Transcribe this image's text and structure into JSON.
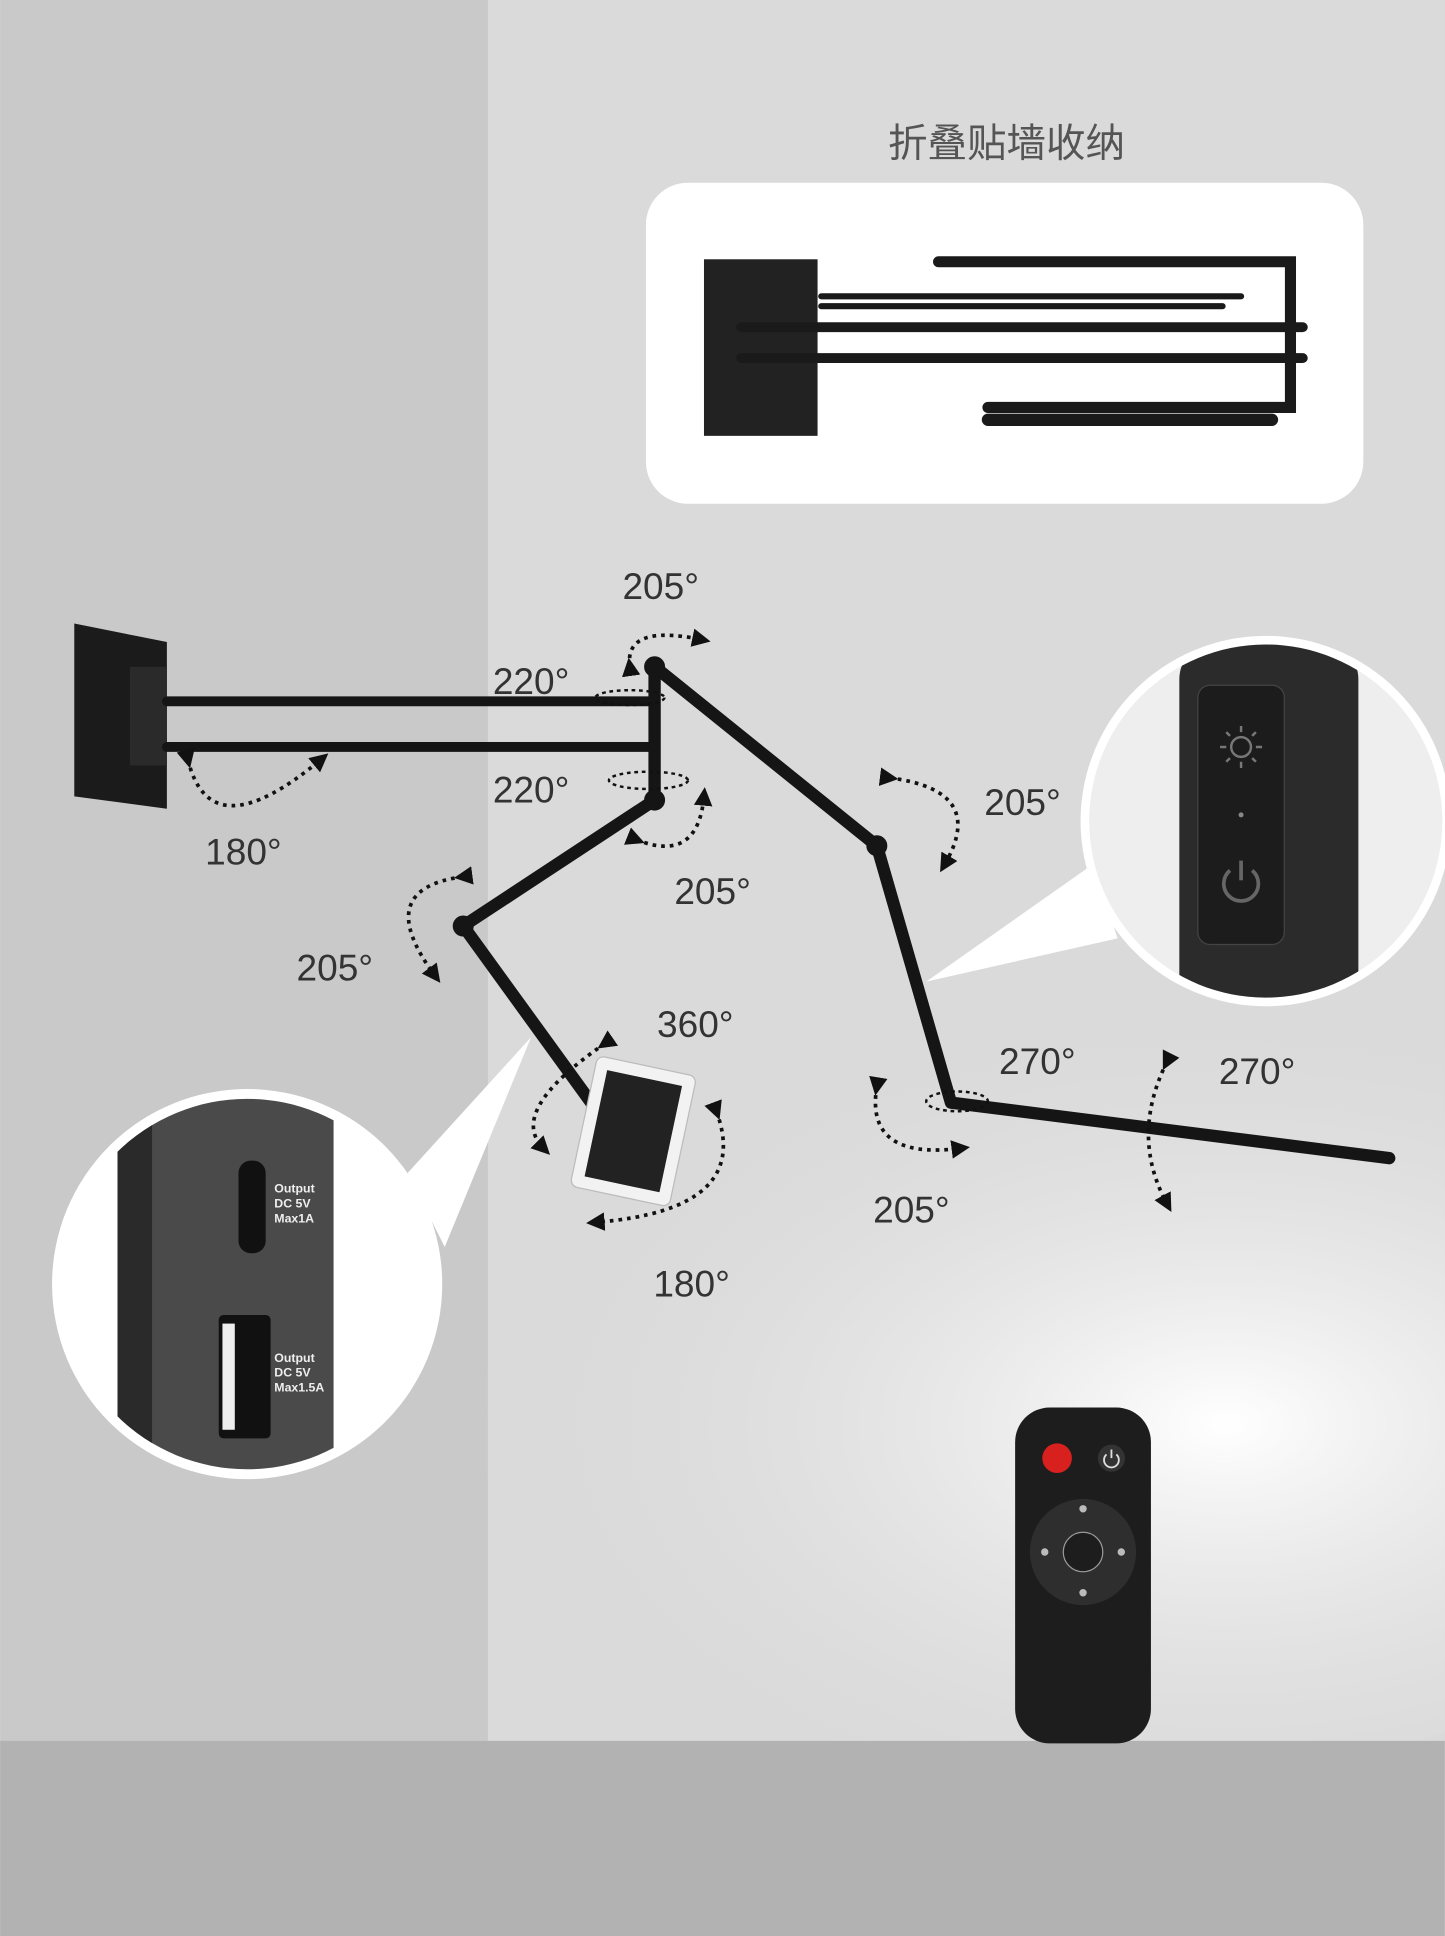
{
  "title": "折叠贴墙收纳",
  "angles": [
    "205°",
    "220°",
    "220°",
    "180°",
    "205°",
    "205°",
    "205°",
    "360°",
    "270°",
    "270°",
    "205°",
    "180°"
  ],
  "ports": {
    "typec": [
      "Output",
      "DC 5V",
      "Max1A"
    ],
    "usba": [
      "Output",
      "DC 5V",
      "Max1.5A"
    ]
  },
  "icons": [
    "brightness-icon",
    "power-icon",
    "moon-icon",
    "dial-icon"
  ]
}
